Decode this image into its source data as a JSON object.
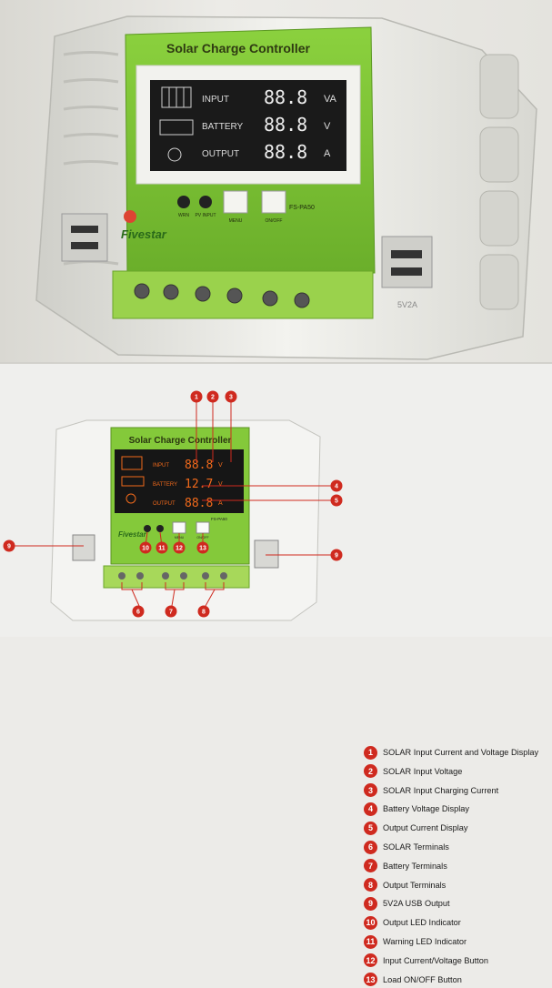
{
  "product": {
    "title": "Solar Charge Controller",
    "brand": "Fivestar",
    "model": "FS-PA50",
    "usb_rating": "5V2A",
    "lcd_rows": [
      {
        "label": "INPUT",
        "value": "88.8",
        "unit": "VA"
      },
      {
        "label": "BATTERY",
        "value": "88.8",
        "unit": "V"
      },
      {
        "label": "OUTPUT",
        "value": "88.8",
        "unit": "A"
      }
    ],
    "led_labels": [
      "WRN",
      "PV INPUT"
    ],
    "button_labels": [
      "MENU",
      "ON/OFF"
    ]
  },
  "diagram": {
    "title": "Solar Charge Controller",
    "lcd_rows": [
      {
        "label": "INPUT",
        "value": "88.8",
        "unit": "V"
      },
      {
        "label": "BATTERY",
        "value": "12.7",
        "unit": "V"
      },
      {
        "label": "OUTPUT",
        "value": "88.8",
        "unit": "A"
      }
    ],
    "brand": "Fivestar",
    "model": "FS-PA50",
    "button_labels": [
      "MENU",
      "ON/OFF"
    ],
    "markers": [
      "1",
      "2",
      "3",
      "4",
      "5",
      "6",
      "7",
      "8",
      "9",
      "9",
      "10",
      "11",
      "12",
      "13"
    ]
  },
  "callouts": [
    {
      "num": "1",
      "text": "SOLAR Input Current and Voltage Display"
    },
    {
      "num": "2",
      "text": "SOLAR Input Voltage"
    },
    {
      "num": "3",
      "text": "SOLAR Input Charging Current"
    },
    {
      "num": "4",
      "text": "Battery Voltage Display"
    },
    {
      "num": "5",
      "text": "Output Current Display"
    },
    {
      "num": "6",
      "text": "SOLAR Terminals"
    },
    {
      "num": "7",
      "text": "Battery Terminals"
    },
    {
      "num": "8",
      "text": "Output Terminals"
    },
    {
      "num": "9",
      "text": "5V2A USB Output"
    },
    {
      "num": "10",
      "text": "Output LED Indicator"
    },
    {
      "num": "11",
      "text": "Warning LED Indicator"
    },
    {
      "num": "12",
      "text": "Input Current/Voltage Button"
    },
    {
      "num": "13",
      "text": "Load ON/OFF Button"
    }
  ],
  "colors": {
    "accent_green": "#7ec234",
    "callout_red": "#cf2a1f",
    "lcd_orange": "#f26a1b",
    "lcd_bg": "#161616"
  }
}
